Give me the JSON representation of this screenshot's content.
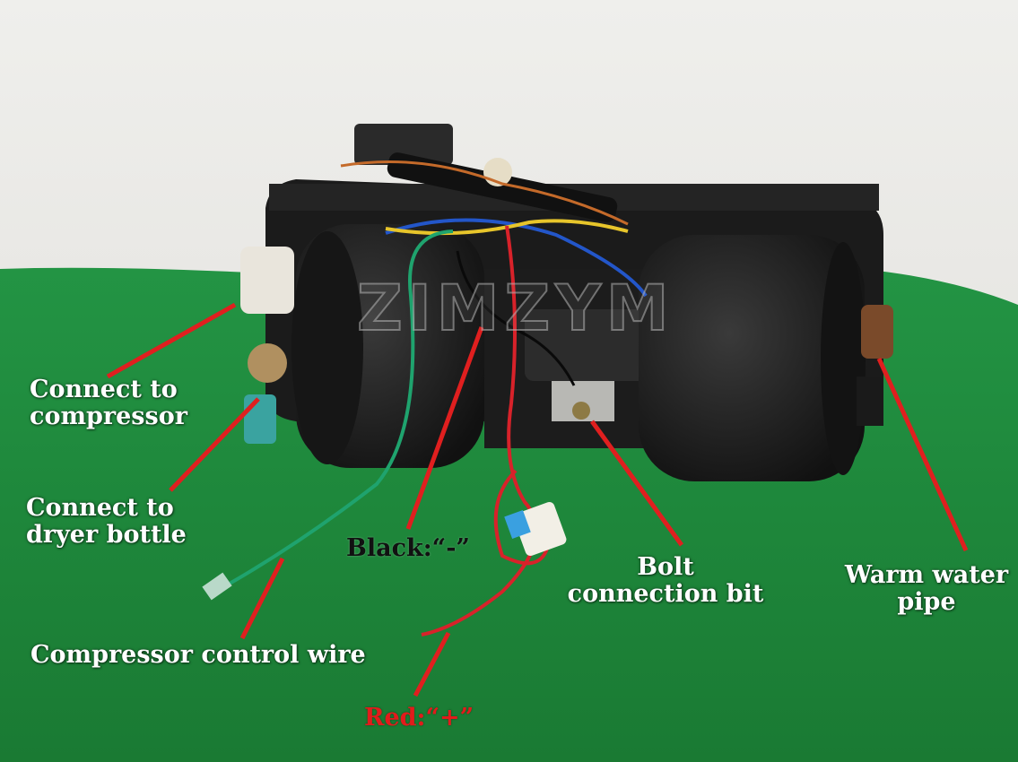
{
  "labels": {
    "compressor": [
      "Connect to",
      "compressor"
    ],
    "dryer": [
      "Connect to",
      "dryer bottle"
    ],
    "compressor_wire": "Compressor control wire",
    "black": "Black:“-”",
    "red": "Red:“+”",
    "bolt": [
      "Bolt",
      "connection bit"
    ],
    "warm_water": [
      "Warm water",
      "pipe"
    ]
  },
  "watermark": "ZIMZYM",
  "colors": {
    "callout_line": "#e01f1f",
    "label_text": "#ffffff",
    "black_label": "#111111",
    "red_label": "#e21b1b",
    "wall": "#eaeae7",
    "felt": "#1f8a3c"
  }
}
